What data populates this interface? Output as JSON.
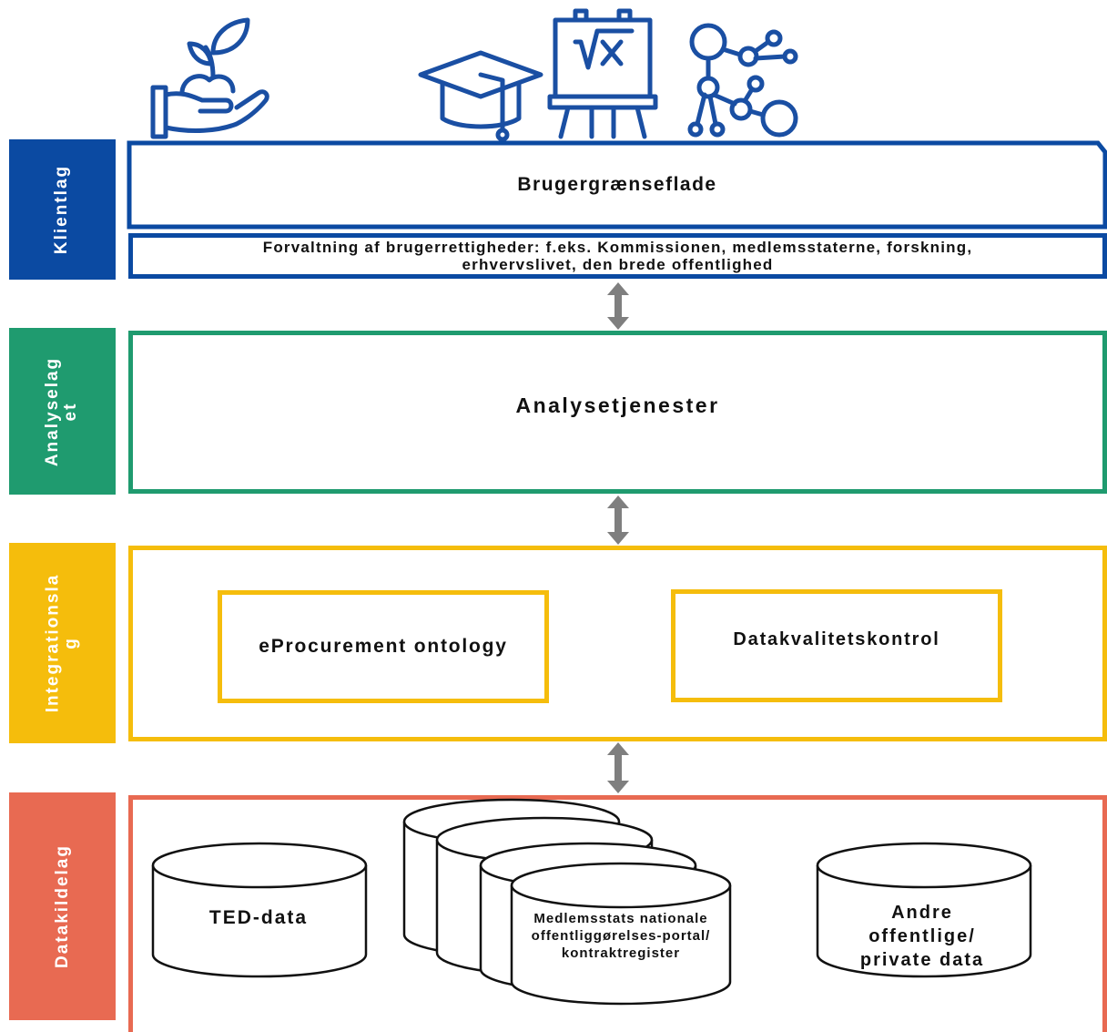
{
  "icons": [
    "plant-hand-icon",
    "graduation-cap-icon",
    "math-board-icon",
    "network-icon"
  ],
  "icon_math_text": "√x",
  "layers": {
    "client": {
      "label": "Klientlag",
      "color": "#0b4aa2",
      "ui_title": "Brugergrænseflade",
      "rights_line1": "Forvaltning af brugerrettigheder: f.eks. Kommissionen, medlemsstaterne, forskning,",
      "rights_line2": "erhvervslivet, den brede offentlighed"
    },
    "analysis": {
      "label": "Analyselag\net",
      "color": "#1f9b6f",
      "title": "Analysetjenester"
    },
    "integration": {
      "label": "Integrationsla\ng",
      "color": "#f5bd0c",
      "box1": "eProcurement ontology",
      "box2": "Datakvalitetskontrol"
    },
    "datasource": {
      "label": "Datakildelag",
      "color": "#e86a52",
      "ted": "TED-data",
      "national": "Medlemsstats nationale offentliggørelses-portal/ kontraktregister",
      "other": "Andre offentlige/ private data"
    }
  },
  "arrow_color": "#7f7f7f"
}
